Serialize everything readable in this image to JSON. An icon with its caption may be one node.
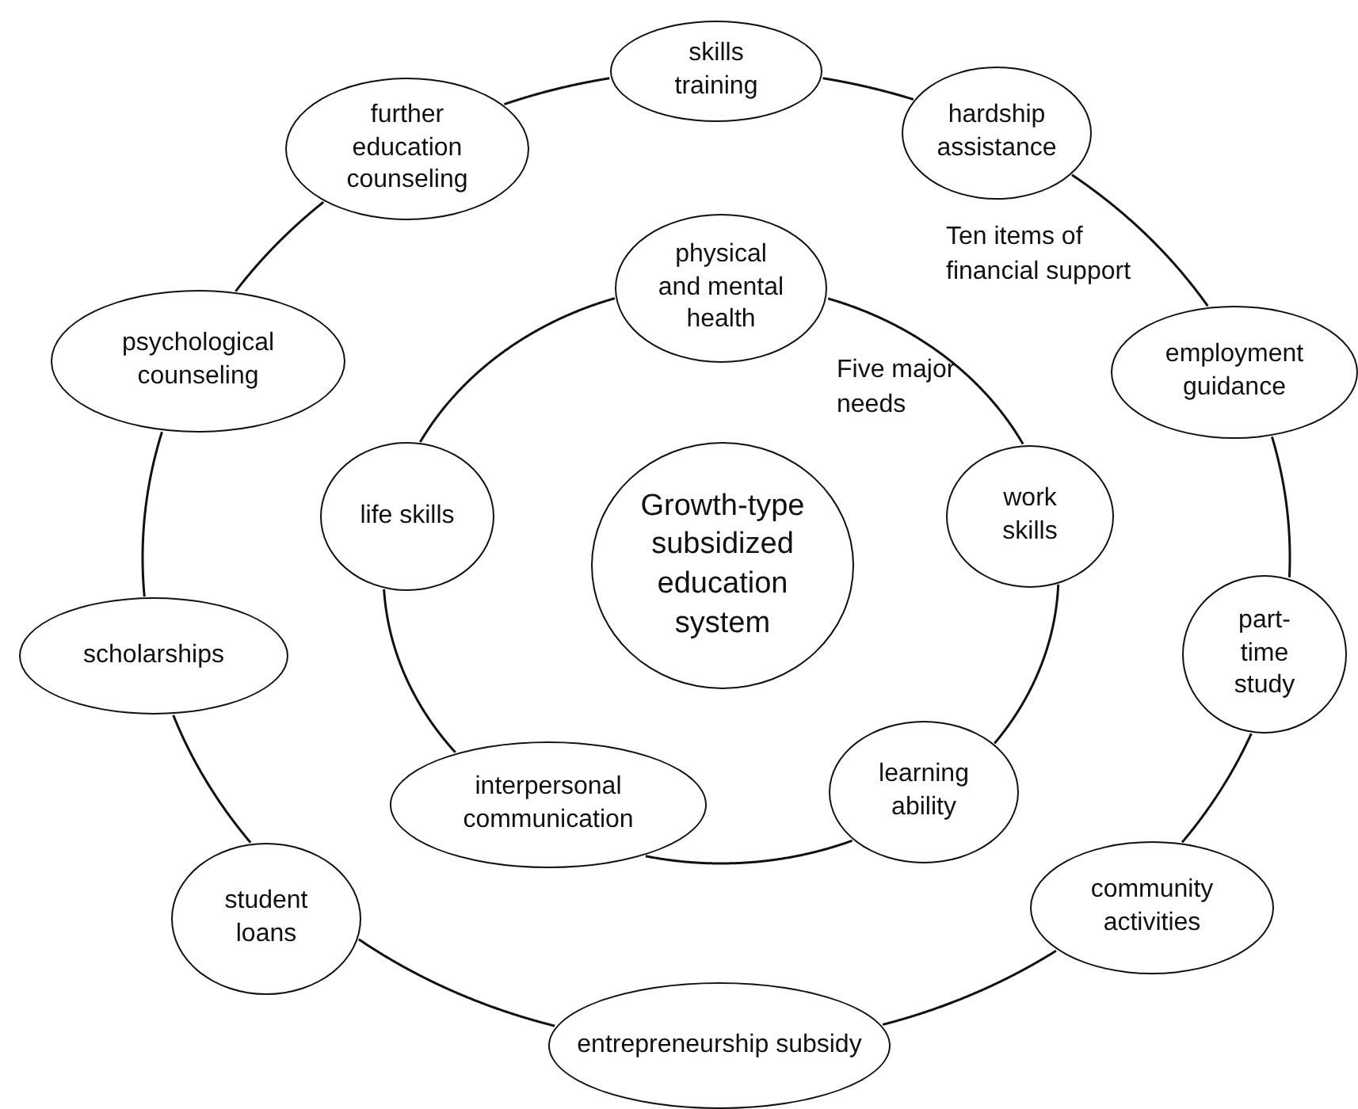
{
  "diagram": {
    "nodes": [
      {
        "text": [
          "Growth-type subsidized education system"
        ]
      },
      {
        "text": [
          "physical and mental health"
        ]
      },
      {
        "text": [
          "life skills"
        ]
      },
      {
        "text": [
          "work skills"
        ]
      },
      {
        "text": [
          "interpersonal communication"
        ]
      },
      {
        "text": [
          "learning ability"
        ]
      },
      {
        "text": [
          "skills training"
        ]
      },
      {
        "text": [
          "further education counseling"
        ]
      },
      {
        "text": [
          "hardship assistance"
        ]
      },
      {
        "text": [
          "psychological counseling"
        ]
      },
      {
        "text": [
          "employment guidance"
        ]
      },
      {
        "text": [
          "scholarships"
        ]
      },
      {
        "text": [
          "part-time study"
        ]
      },
      {
        "text": [
          "student loans"
        ]
      },
      {
        "text": [
          "community activities"
        ]
      },
      {
        "text": [
          "entrepreneurship subsidy"
        ]
      }
    ],
    "edges": [
      {
        "from": 1,
        "to": 3,
        "arrow": "none"
      },
      {
        "from": 3,
        "to": 5,
        "arrow": "none"
      },
      {
        "from": 5,
        "to": 4,
        "arrow": "none"
      },
      {
        "from": 4,
        "to": 2,
        "arrow": "none"
      },
      {
        "from": 2,
        "to": 1,
        "arrow": "none"
      },
      {
        "from": 6,
        "to": 8,
        "arrow": "none"
      },
      {
        "from": 8,
        "to": 10,
        "arrow": "none"
      },
      {
        "from": 10,
        "to": 12,
        "arrow": "none"
      },
      {
        "from": 12,
        "to": 14,
        "arrow": "none"
      },
      {
        "from": 14,
        "to": 15,
        "arrow": "none"
      },
      {
        "from": 15,
        "to": 13,
        "arrow": "none"
      },
      {
        "from": 13,
        "to": 11,
        "arrow": "none"
      },
      {
        "from": 11,
        "to": 9,
        "arrow": "none"
      },
      {
        "from": 9,
        "to": 7,
        "arrow": "none"
      },
      {
        "from": 7,
        "to": 6,
        "arrow": "none"
      }
    ],
    "labels": [
      "Five major needs",
      "Ten items of financial support"
    ]
  }
}
